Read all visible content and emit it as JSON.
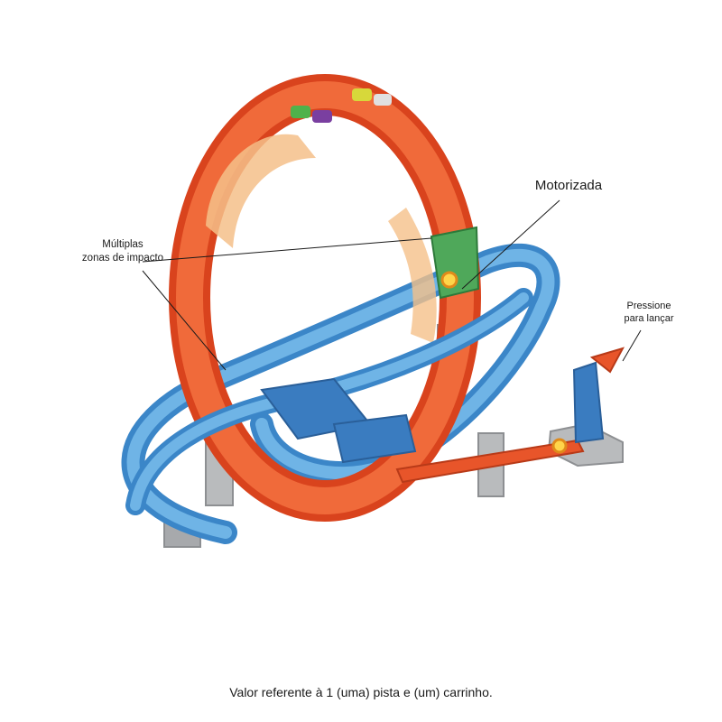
{
  "callouts": {
    "motorized": "Motorizada",
    "impact_zones_line1": "Múltiplas",
    "impact_zones_line2": "zonas de impacto",
    "press_line1": "Pressione",
    "press_line2": "para lançar"
  },
  "caption": "Valor referente à 1 (uma) pista e  (um) carrinho.",
  "colors": {
    "loop_track": "#e8552a",
    "blue_track": "#4a9ad8",
    "supports": "#a7a9ac",
    "background": "#ffffff"
  }
}
